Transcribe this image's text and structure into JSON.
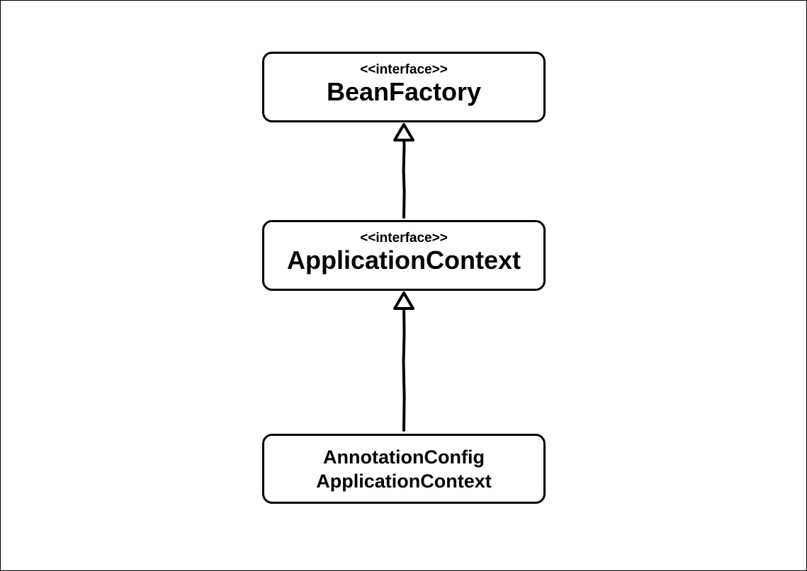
{
  "nodes": {
    "bean_factory": {
      "stereotype": "<<interface>>",
      "name": "BeanFactory"
    },
    "application_context": {
      "stereotype": "<<interface>>",
      "name": "ApplicationContext"
    },
    "annotation_config": {
      "name_line1": "AnnotationConfig",
      "name_line2": "ApplicationContext"
    }
  },
  "edges": [
    {
      "from": "application_context",
      "to": "bean_factory",
      "style": "hollow-arrow"
    },
    {
      "from": "annotation_config",
      "to": "application_context",
      "style": "hollow-arrow"
    }
  ],
  "colors": {
    "stroke": "#000000",
    "background": "#ffffff"
  }
}
